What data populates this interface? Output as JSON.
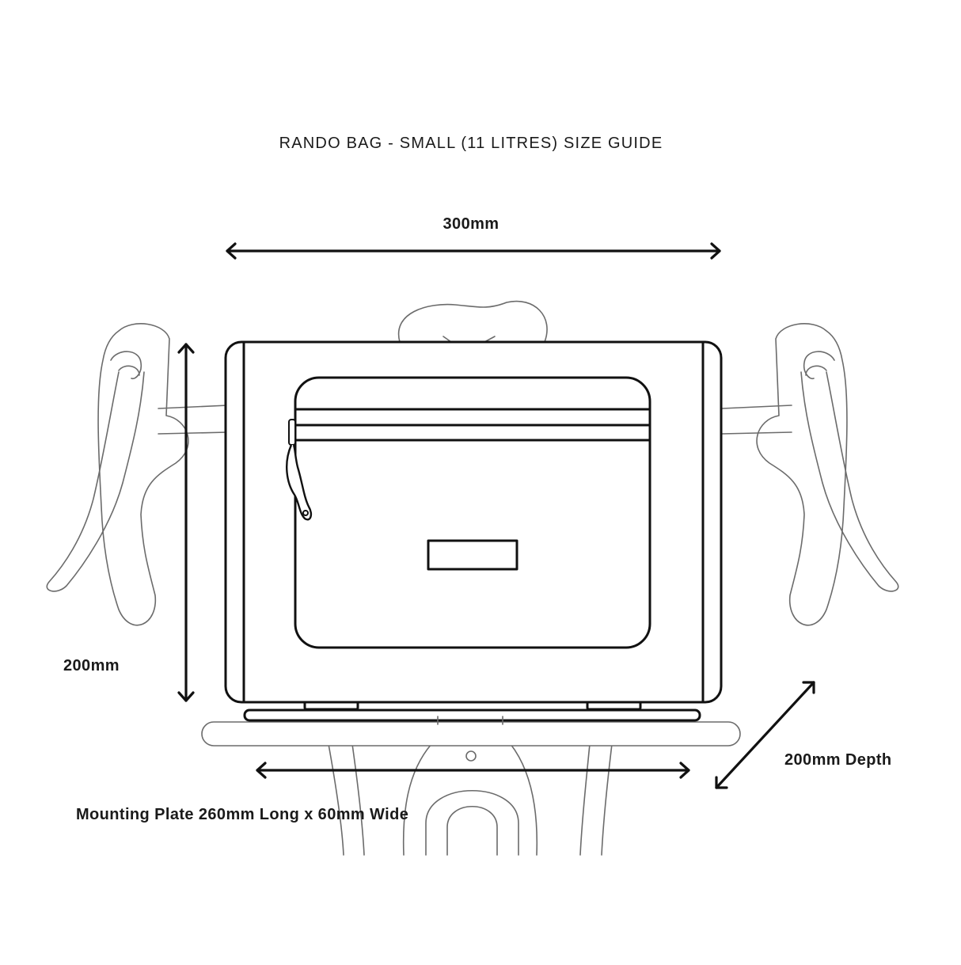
{
  "title": "RANDO BAG - SMALL (11 LITRES) SIZE GUIDE",
  "dimensions": {
    "width": "300mm",
    "height": "200mm",
    "depth": "200mm Depth",
    "mounting_plate": "Mounting Plate 260mm Long x 60mm Wide"
  },
  "colors": {
    "line": "#111111",
    "bike_outline": "#6b6b6b",
    "background": "#ffffff"
  }
}
